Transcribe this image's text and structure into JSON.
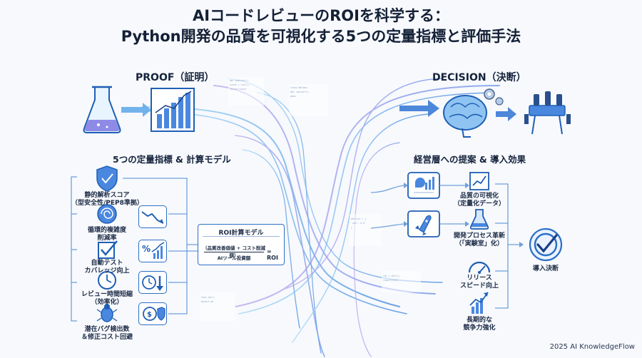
{
  "title": {
    "line1": "AIコードレビューのROIを科学する：",
    "line2": "Python開発の品質を可視化する5つの定量指標と評価手法"
  },
  "proof": {
    "heading": "PROOF（証明）"
  },
  "decision": {
    "heading": "DECISION（決断）"
  },
  "metrics": {
    "heading": "5つの定量指標 & 計算モデル",
    "items": [
      {
        "icon": "shield-check-icon",
        "label_line1": "静的解析スコア",
        "label_line2": "（型安全性/PEP8準拠）"
      },
      {
        "icon": "spiral-icon",
        "label_line1": "循環的複雑度",
        "label_line2": "削減率"
      },
      {
        "icon": "checkbox-icon",
        "label_line1": "自動テスト",
        "label_line2": "カバレッジ向上"
      },
      {
        "icon": "clock-icon",
        "label_line1": "レビュー時間短縮",
        "label_line2": "（効率化）"
      },
      {
        "icon": "bug-icon",
        "label_line1": "潜在バグ検出数",
        "label_line2": "＆修正コスト回避"
      }
    ]
  },
  "roi_model": {
    "title": "ROI計算モデル",
    "numerator": "（品質改善価値 + コスト削減額）",
    "denominator": "AIツール投資額",
    "result": "= ROI"
  },
  "effects": {
    "heading": "経営層への提案 & 導入効果",
    "items": [
      {
        "icon": "line-chart-icon",
        "label_line1": "品質の可視化",
        "label_line2": "（定量化データ）"
      },
      {
        "icon": "flask-icon",
        "label_line1": "開発プロセス革新",
        "label_line2": "（「実験室」化）"
      },
      {
        "icon": "gauge-icon",
        "label_line1": "リリース",
        "label_line2": "スピード向上"
      },
      {
        "icon": "growth-chart-icon",
        "label_line1": "長期的な",
        "label_line2": "競争力強化"
      }
    ],
    "dashboard_icon": "dashboard-icon",
    "rocket_icon": "rocket-icon"
  },
  "decision_result": {
    "icon": "check-circle-icon",
    "label": "導入決断"
  },
  "footer": {
    "text": "2025 AI KnowledgeFlow"
  },
  "colors": {
    "primary": "#2d6fc7",
    "purple": "#8a6ee0",
    "cyan": "#5fc6ee",
    "dark": "#15233c"
  }
}
